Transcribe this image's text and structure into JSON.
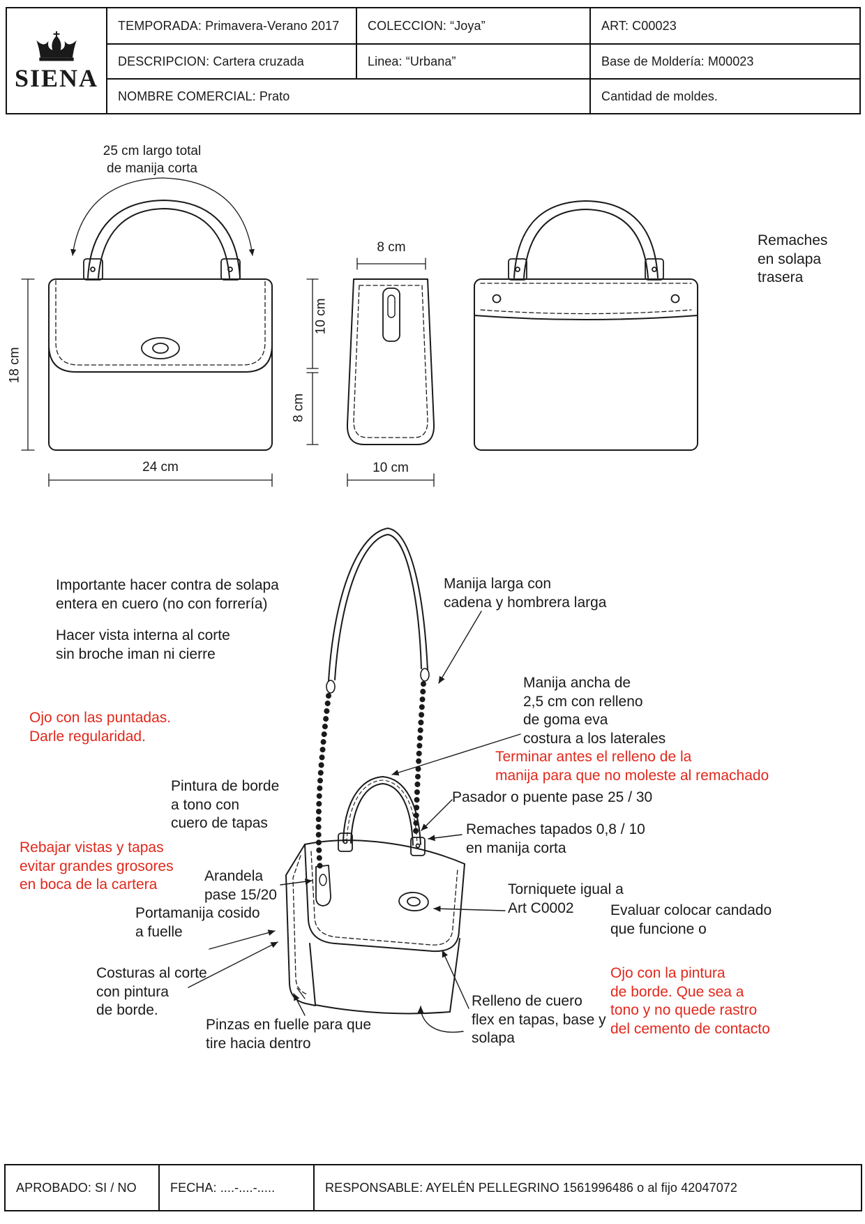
{
  "colors": {
    "ink": "#1a1a1a",
    "red_text": "#e0281c",
    "paper": "#ffffff"
  },
  "header": {
    "brand": "SIENA",
    "row1": {
      "temporada": "TEMPORADA: Primavera-Verano 2017",
      "coleccion": "COLECCION: “Joya”",
      "art": "ART: C00023"
    },
    "row2": {
      "descripcion": "DESCRIPCION:  Cartera cruzada",
      "linea": "Linea: “Urbana”",
      "molderia": "Base de Moldería: M00023"
    },
    "row3": {
      "nombre": "NOMBRE COMERCIAL: Prato",
      "moldes": "Cantidad de moldes."
    }
  },
  "dims": {
    "handle_total": "25 cm largo total\nde manija corta",
    "front_height": "18 cm",
    "front_width": "24 cm",
    "side_top": "8 cm",
    "side_upper": "10 cm",
    "side_lower": "8 cm",
    "side_bottom": "10 cm",
    "back_rivets": "Remaches\nen solapa\ntrasera"
  },
  "notes": {
    "importante": "Importante hacer contra de solapa\nentera en cuero (no con forrería)",
    "vista_interna": "Hacer vista interna al corte\nsin broche iman ni cierre",
    "manija_larga": "Manija larga con\ncadena y hombrera larga",
    "manija_ancha": "Manija ancha de\n2,5 cm con relleno\nde goma eva\ncostura a los laterales",
    "pintura_borde": "Pintura de borde\na tono con\ncuero de tapas",
    "pasador": "Pasador o puente pase 25 / 30",
    "remaches_tapados": "Remaches tapados 0,8 / 10\nen manija corta",
    "arandela": "Arandela\npase 15/20",
    "portamanija": "Portamanija cosido\na fuelle",
    "torniquete": "Torniquete igual a\nArt C0002",
    "evaluar": "Evaluar colocar candado\nque funcione o",
    "costuras": "Costuras al corte\ncon pintura\nde borde.",
    "pinzas": "Pinzas en fuelle para que\ntire hacia dentro",
    "relleno": "Relleno de cuero\nflex en tapas, base y\nsolapa"
  },
  "red_notes": {
    "puntadas": "Ojo con las puntadas.\nDarle regularidad.",
    "terminar": "Terminar antes el relleno de la\nmanija para que no moleste al remachado",
    "rebajar": "Rebajar vistas y tapas\nevitar grandes grosores\nen boca de la cartera",
    "pintura": "Ojo con la pintura\nde borde. Que sea a\ntono y no quede rastro\ndel cemento de contacto"
  },
  "footer": {
    "aprobado": "APROBADO: SI / NO",
    "fecha": "FECHA:  ....-....-.....",
    "responsable": "RESPONSABLE: AYELÉN PELLEGRINO 1561996486 o al fijo 42047072"
  }
}
